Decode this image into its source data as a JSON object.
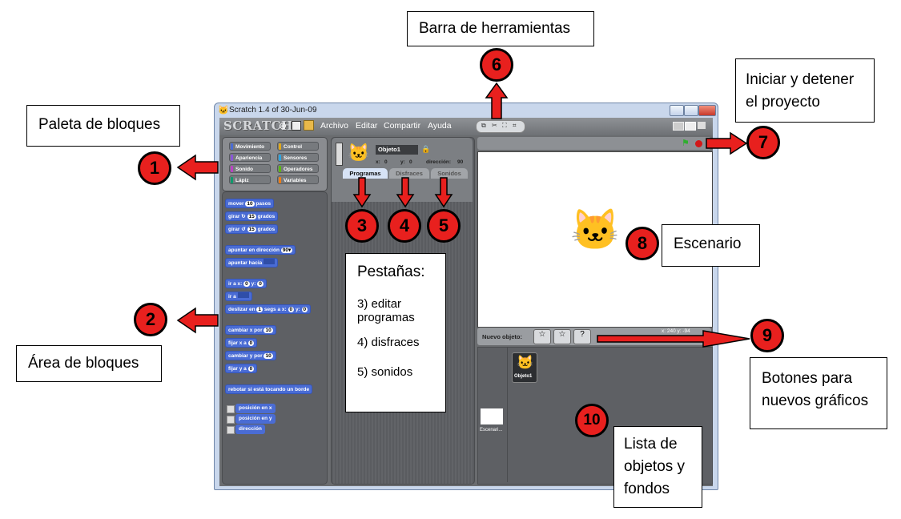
{
  "annotations": {
    "toolbar": "Barra de herramientas",
    "start_stop": "Iniciar y detener el proyecto",
    "palette": "Paleta de bloques",
    "blocks_area": "Área de bloques",
    "stage": "Escenario",
    "tabs_title": "Pestañas:",
    "tabs_items": [
      "3) editar programas",
      "4) disfraces",
      "5) sonidos"
    ],
    "new_sprite_buttons": "Botones para nuevos gráficos",
    "sprite_list": "Lista de objetos y fondos",
    "badges": [
      "1",
      "2",
      "3",
      "4",
      "5",
      "6",
      "7",
      "8",
      "9",
      "10"
    ]
  },
  "window": {
    "title": "Scratch 1.4 of 30-Jun-09",
    "logo": "SCRATCH",
    "menus": [
      "Archivo",
      "Editar",
      "Compartir",
      "Ayuda"
    ]
  },
  "categories": {
    "left": [
      "Movimiento",
      "Apariencia",
      "Sonido",
      "Lápiz"
    ],
    "right": [
      "Control",
      "Sensores",
      "Operadores",
      "Variables"
    ],
    "colors": {
      "Movimiento": "#4a6cd4",
      "Apariencia": "#8a55d7",
      "Sonido": "#bb42c3",
      "Lápiz": "#0e9a6c",
      "Control": "#e1a91a",
      "Sensores": "#2ca5e2",
      "Operadores": "#5cb712",
      "Variables": "#ee7d16"
    }
  },
  "blocks": {
    "move": {
      "a": "mover",
      "v": "10",
      "b": "pasos"
    },
    "turn_right": {
      "a": "girar",
      "v": "15",
      "b": "grados"
    },
    "turn_left": {
      "a": "girar",
      "v": "15",
      "b": "grados"
    },
    "point_dir": {
      "a": "apuntar en dirección",
      "v": "90▾"
    },
    "point_toward": {
      "a": "apuntar hacia"
    },
    "goto_xy": {
      "a": "ir a x:",
      "x": "0",
      "b": "y:",
      "y": "0"
    },
    "goto": {
      "a": "ir a"
    },
    "glide": {
      "a": "deslizar en",
      "s": "1",
      "b": "segs a x:",
      "x": "0",
      "c": "y:",
      "y": "0"
    },
    "change_x": {
      "a": "cambiar x por",
      "v": "10"
    },
    "set_x": {
      "a": "fijar x a",
      "v": "0"
    },
    "change_y": {
      "a": "cambiar y por",
      "v": "10"
    },
    "set_y": {
      "a": "fijar y a",
      "v": "0"
    },
    "bounce": "rebotar si está tocando un borde",
    "reporters": [
      "posición en x",
      "posición en y",
      "dirección"
    ]
  },
  "sprite": {
    "name": "Objeto1",
    "x_label": "x:",
    "x": "0",
    "y_label": "y:",
    "y": "0",
    "dir_label": "dirección:",
    "dir": "90"
  },
  "tabs": [
    "Programas",
    "Disfraces",
    "Sonidos"
  ],
  "sprite_pane": {
    "new_label": "Nuevo objeto:",
    "coords": "x: 240  y: -94",
    "sprite_thumb_label": "Objeto1",
    "stage_thumb_label": "Escenari..."
  },
  "colors": {
    "badge": "#e8201e",
    "arrow": "#e8201e",
    "window_frame": "#c9d7ec",
    "panel": "#5e6064",
    "stage_bg": "#ffffff",
    "green_flag": "#2fae2f",
    "stop": "#d21818"
  }
}
